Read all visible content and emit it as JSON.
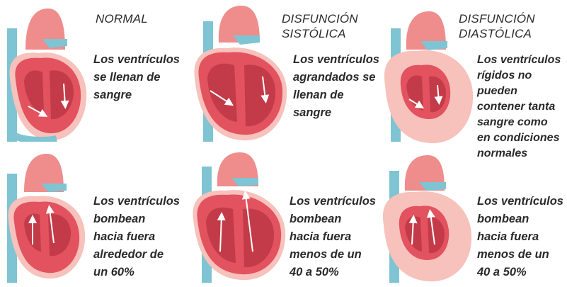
{
  "colors": {
    "vessel_blue": "#7fc4d3",
    "heart_red": "#e2525f",
    "heart_dark": "#c33b48",
    "chamber": "#e46370",
    "pericardium_pink": "#f7c1bc",
    "artery_pink": "#ef8c8c"
  },
  "columns": [
    {
      "title": [
        "NORMAL"
      ]
    },
    {
      "title": [
        "DISFUNCIÓN",
        "SISTÓLICA"
      ]
    },
    {
      "title": [
        "DISFUNCIÓN",
        "DIASTÓLICA"
      ]
    }
  ],
  "panels": [
    {
      "condition": "normal",
      "phase": "filling",
      "text": [
        "Los ventrículos",
        "se llenan de",
        "sangre"
      ]
    },
    {
      "condition": "systolic",
      "phase": "filling",
      "text": [
        "Los ventrículos",
        "agrandados se",
        "llenan de",
        "sangre"
      ]
    },
    {
      "condition": "diastolic",
      "phase": "filling",
      "text": [
        "Los ventrículos",
        "rígidos no",
        "pueden",
        "contener tanta",
        "sangre como",
        "en condiciones",
        "normales"
      ]
    },
    {
      "condition": "normal",
      "phase": "pumping",
      "text": [
        "Los ventrículos",
        "bombean",
        "hacia fuera",
        "alrededor de",
        "un 60%"
      ]
    },
    {
      "condition": "systolic",
      "phase": "pumping",
      "text": [
        "Los ventrículos",
        "bombean",
        "hacia fuera",
        "menos de un",
        "40 a 50%"
      ]
    },
    {
      "condition": "diastolic",
      "phase": "pumping",
      "text": [
        "Los ventrículos",
        "bombean",
        "hacia fuera",
        "menos de un",
        "40 a 50%"
      ]
    }
  ]
}
